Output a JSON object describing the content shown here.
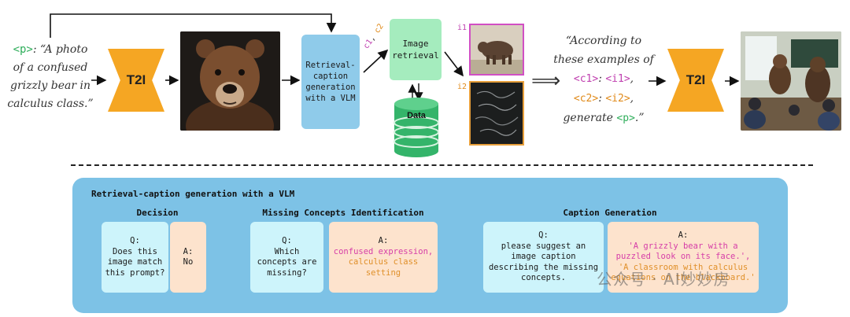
{
  "prompt": {
    "tag": "<p>",
    "text": ": “A photo of a confused grizzly bear in calculus class.”"
  },
  "t2i_label": "T2I",
  "vlm_box": {
    "label": "Retrieval-caption generation with a VLM"
  },
  "retrieval_box": {
    "label": "Image retrieval"
  },
  "concept_labels": {
    "c1": "c1",
    "c2": "c2"
  },
  "data_label": "Data",
  "image_labels": {
    "i1": "i1",
    "i2": "i2"
  },
  "final_prompt": {
    "line1": "“According to",
    "line2": "these examples of",
    "c1": "<c1>",
    "i1": "<i1>",
    "c2": "<c2>",
    "i2": "<i2>",
    "generate": "generate",
    "p": "<p>",
    "end": ".”"
  },
  "panel": {
    "title": "Retrieval-caption generation with a VLM",
    "decision": {
      "title": "Decision",
      "q": "Q: Does this image match this prompt?",
      "q_label": "Q:",
      "q_text": "Does this image match this prompt?",
      "a_label": "A:",
      "a_text": "No"
    },
    "missing": {
      "title": "Missing Concepts Identification",
      "q_label": "Q:",
      "q_text": "Which concepts are missing?",
      "a_label": "A:",
      "a_line1": "confused expression,",
      "a_line2": "calculus class setting"
    },
    "caption": {
      "title": "Caption Generation",
      "q_label": "Q:",
      "q_text": "please suggest an image caption describing the missing concepts.",
      "a_label": "A:",
      "a_line1": "'A grizzly bear with a puzzled look on its face.',",
      "a_line2": "'A classroom with calculus equations on the blackboard.'"
    }
  },
  "watermark": "公众号 · AI妙妙房",
  "colors": {
    "t2i": "#f5a623",
    "vlm": "#8fcbea",
    "retrieval": "#a5ecbe",
    "panel": "#7dc2e6",
    "question": "#cdf4fb",
    "answer": "#fde3cd",
    "c1": "#c040b0",
    "c2": "#e08a1a"
  }
}
